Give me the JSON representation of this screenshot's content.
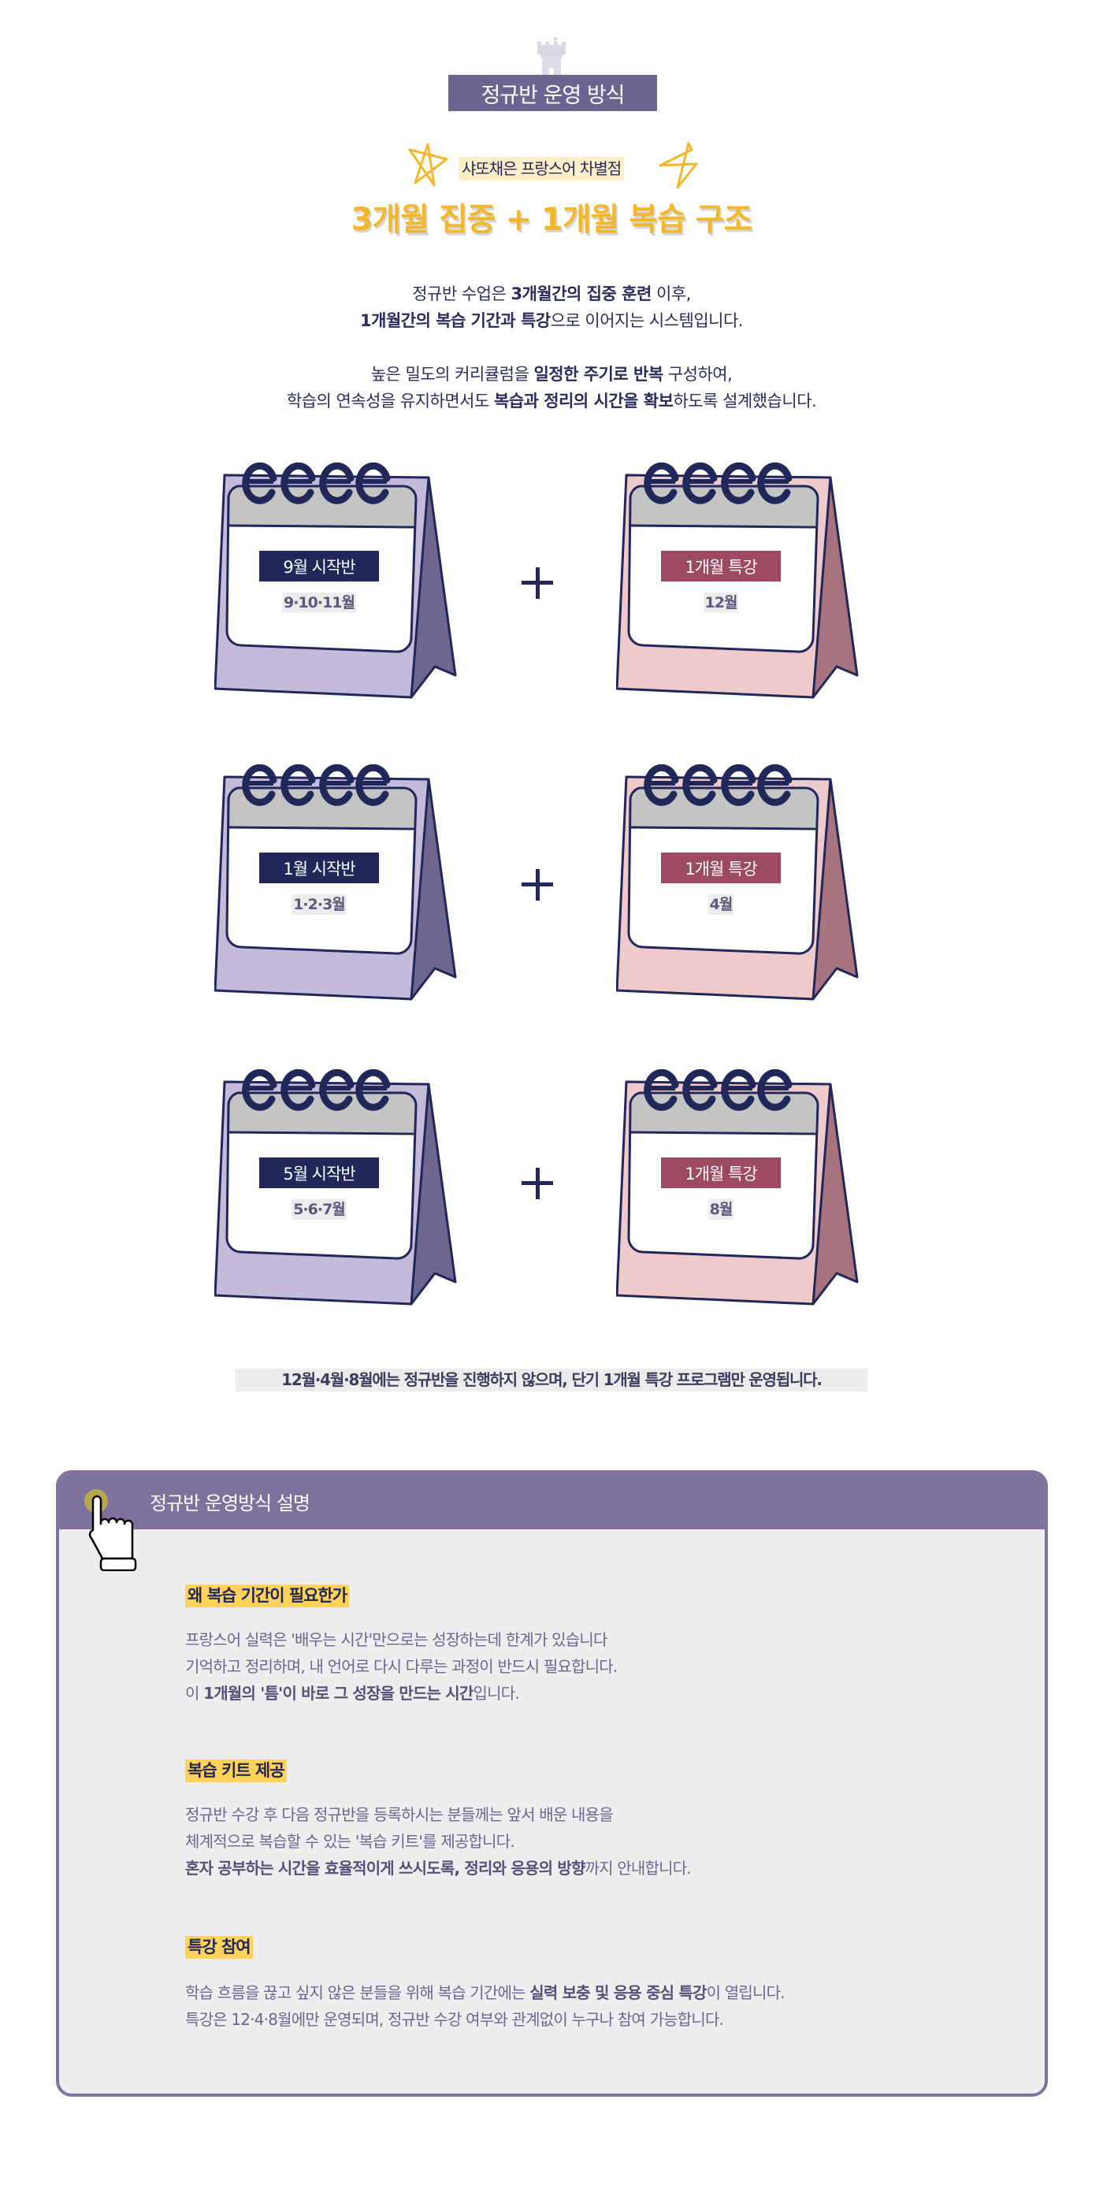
{
  "header": {
    "icon": "castle-icon",
    "title": "정규반 운영 방식",
    "subtitle": "샤또채은 프랑스어 차별점",
    "headline": "3개월 집중 + 1개월 복습 구조"
  },
  "intro": {
    "paragraph1": [
      [
        {
          "t": "정규반 수업은 ",
          "b": false
        },
        {
          "t": "3개월간의 집중 훈련",
          "b": true
        },
        {
          "t": " 이후,",
          "b": false
        }
      ],
      [
        {
          "t": "1개월간의 복습 기간과 특강",
          "b": true
        },
        {
          "t": "으로 이어지는 시스템입니다.",
          "b": false
        }
      ]
    ],
    "paragraph2": [
      [
        {
          "t": "높은 밀도의 커리큘럼을 ",
          "b": false
        },
        {
          "t": "일정한 주기로 반복",
          "b": true
        },
        {
          "t": " 구성하여,",
          "b": false
        }
      ],
      [
        {
          "t": "학습의 연속성을 유지하면서도 ",
          "b": false
        },
        {
          "t": "복습과 정리의 시간을 확보",
          "b": true
        },
        {
          "t": "하도록 설계했습니다.",
          "b": false
        }
      ]
    ]
  },
  "colors": {
    "navy": "#22275a",
    "purple_front": "#c4bad9",
    "purple_side": "#6d668f",
    "pink_front": "#efcaca",
    "pink_side": "#a7737f",
    "pink_label": "#9c4a62",
    "accent_yellow": "#f2b72a"
  },
  "calendars": [
    {
      "start": {
        "label": "9월 시작반",
        "months": "9·10·11월"
      },
      "special": {
        "label": "1개월 특강",
        "months": "12월"
      }
    },
    {
      "start": {
        "label": "1월 시작반",
        "months": "1·2·3월"
      },
      "special": {
        "label": "1개월 특강",
        "months": "4월"
      }
    },
    {
      "start": {
        "label": "5월 시작반",
        "months": "5·6·7월"
      },
      "special": {
        "label": "1개월 특강",
        "months": "8월"
      }
    }
  ],
  "note": "12월·4월·8월에는 정규반을 진행하지 않으며, 단기 1개월 특강 프로그램만 운영됩니다.",
  "explain": {
    "title": "정규반 운영방식 설명",
    "sections": [
      {
        "heading": "왜 복습 기간이 필요한가",
        "lines": [
          [
            {
              "t": "프랑스어 실력은 '배우는 시간'만으로는 성장하는데 한계가 있습니다",
              "b": false
            }
          ],
          [
            {
              "t": "기억하고 정리하며, 내 언어로 다시 다루는 과정이 반드시 필요합니다.",
              "b": false
            }
          ],
          [
            {
              "t": "이 ",
              "b": false
            },
            {
              "t": "1개월의 '틈'이 바로 그 성장을 만드는 시간",
              "b": true
            },
            {
              "t": "입니다.",
              "b": false
            }
          ]
        ]
      },
      {
        "heading": "복습 키트 제공",
        "lines": [
          [
            {
              "t": "정규반 수강 후 다음 정규반을 등록하시는 분들께는 앞서 배운 내용을",
              "b": false
            }
          ],
          [
            {
              "t": "체계적으로 복습할 수 있는 '복습 키트'를 제공합니다.",
              "b": false
            }
          ],
          [
            {
              "t": "혼자 공부하는 시간을 효율적이게 쓰시도록, 정리와 응용의 방향",
              "b": true
            },
            {
              "t": "까지 안내합니다.",
              "b": false
            }
          ]
        ]
      },
      {
        "heading": "특강 참여",
        "lines": [
          [
            {
              "t": "학습 흐름을 끊고 싶지 않은 분들을 위해 복습 기간에는 ",
              "b": false
            },
            {
              "t": "실력 보충 및 응용 중심 특강",
              "b": true
            },
            {
              "t": "이 열립니다.",
              "b": false
            }
          ],
          [
            {
              "t": "특강은 12·4·8월에만 운영되며, 정규반 수강 여부와 관계없이 누구나 참여 가능합니다.",
              "b": false
            }
          ]
        ]
      }
    ]
  }
}
